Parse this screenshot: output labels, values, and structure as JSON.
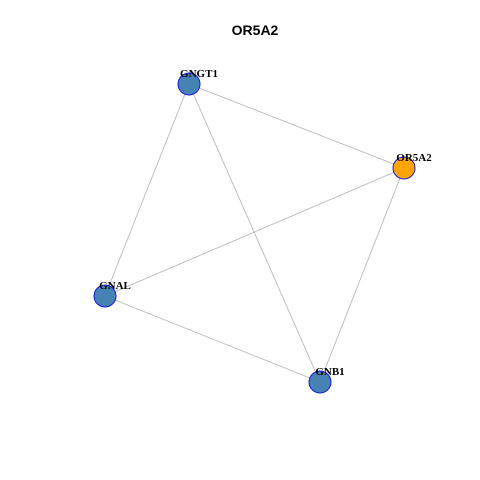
{
  "title": "OR5A2",
  "colors": {
    "edge": "#b3b3b3",
    "node_stroke": "#1a1adb",
    "query_node_fill": "#ffa500",
    "node_fill": "#4682b4",
    "text": "#000000"
  },
  "nodes": [
    {
      "id": "GNGT1",
      "label": "GNGT1",
      "query": false
    },
    {
      "id": "OR5A2",
      "label": "OR5A2",
      "query": true
    },
    {
      "id": "GNAL",
      "label": "GNAL",
      "query": false
    },
    {
      "id": "GNB1",
      "label": "GNB1",
      "query": false
    }
  ],
  "edges": [
    [
      "GNGT1",
      "OR5A2"
    ],
    [
      "GNGT1",
      "GNAL"
    ],
    [
      "GNGT1",
      "GNB1"
    ],
    [
      "OR5A2",
      "GNAL"
    ],
    [
      "OR5A2",
      "GNB1"
    ],
    [
      "GNAL",
      "GNB1"
    ]
  ]
}
